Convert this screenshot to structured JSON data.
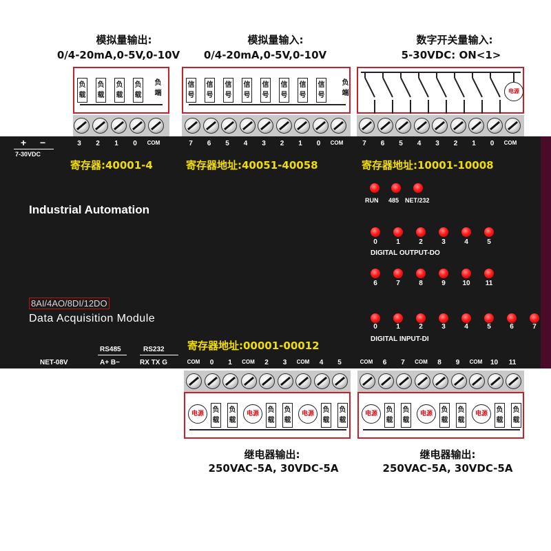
{
  "top_sections": {
    "ao": {
      "title": "模拟量输出:",
      "spec": "0/4-20mA,0-5V,0-10V",
      "load": "负载",
      "load_end": "负端"
    },
    "ai": {
      "title": "模拟量输入:",
      "spec": "0/4-20mA,0-5V,0-10V",
      "signal": "信号",
      "load_end": "负端"
    },
    "di": {
      "title": "数字开关量输入:",
      "spec": "5-30VDC:  ON<1>",
      "power": "电源"
    }
  },
  "power_label": {
    "plus": "+",
    "minus": "−",
    "range": "7-30VDC"
  },
  "ao_terminals": [
    "3",
    "2",
    "1",
    "0",
    "COM"
  ],
  "ai_terminals": [
    "7",
    "6",
    "5",
    "4",
    "3",
    "2",
    "1",
    "0",
    "COM"
  ],
  "di_terminals": [
    "7",
    "6",
    "5",
    "4",
    "3",
    "2",
    "1",
    "0",
    "COM"
  ],
  "registers": {
    "ao": "寄存器:40001-4",
    "ai": "寄存器地址:40051-40058",
    "di": "寄存器地址:10001-10008",
    "relay": "寄存器地址:00001-00012"
  },
  "branding": {
    "automation": "Industrial Automation",
    "model_tag": "8AI/4AO/8DI/12DO",
    "module": "Data Acquisition Module",
    "model": "NET-08V"
  },
  "status_leds": [
    "RUN",
    "485",
    "NET/232"
  ],
  "do_leds_row1": [
    "0",
    "1",
    "2",
    "3",
    "4",
    "5"
  ],
  "do_label": "DIGITAL OUTPUT-DO",
  "do_leds_row2": [
    "6",
    "7",
    "8",
    "9",
    "10",
    "11"
  ],
  "di_leds": [
    "0",
    "1",
    "2",
    "3",
    "4",
    "5",
    "6",
    "7"
  ],
  "di_label": "DIGITAL INPUT-DI",
  "comm": {
    "rs485": "RS485",
    "rs485_pins": "A+  B−",
    "rs232": "RS232",
    "rs232_pins": "RX  TX  G"
  },
  "relay_terminals_left": [
    "COM",
    "0",
    "1",
    "COM",
    "2",
    "3",
    "COM",
    "4",
    "5"
  ],
  "relay_terminals_right": [
    "COM",
    "6",
    "7",
    "COM",
    "8",
    "9",
    "COM",
    "10",
    "11"
  ],
  "relay_blocks": {
    "left": {
      "title": "继电器输出:",
      "spec": "250VAC-5A, 30VDC-5A"
    },
    "right": {
      "title": "继电器输出:",
      "spec": "250VAC-5A, 30VDC-5A"
    },
    "power": "电源",
    "load": "负载"
  }
}
